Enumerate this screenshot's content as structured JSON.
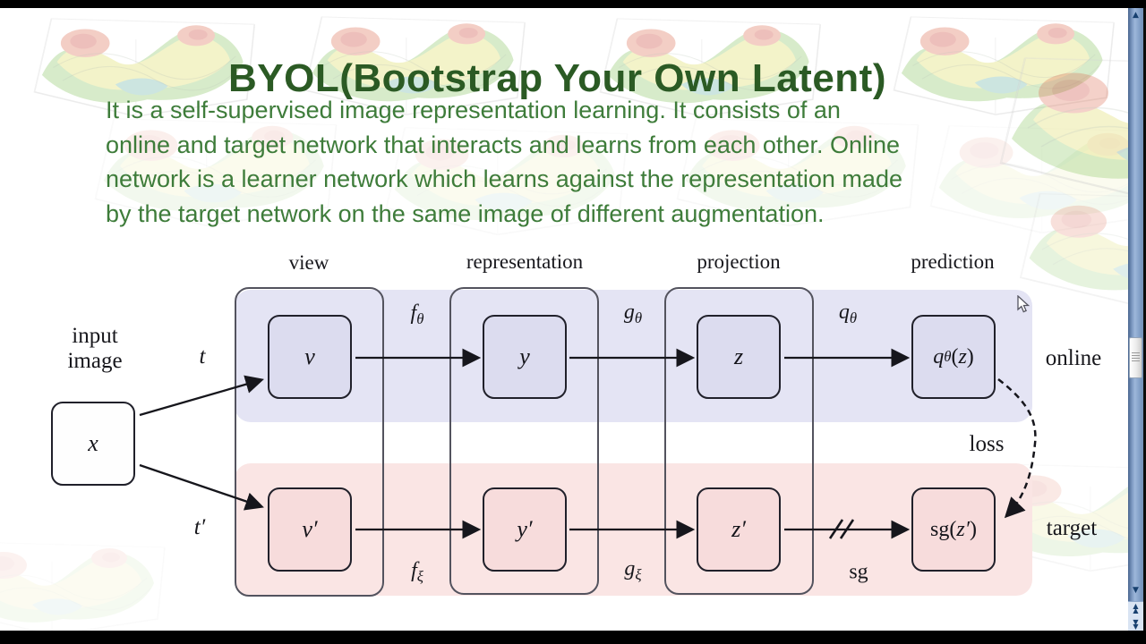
{
  "slide": {
    "title": "BYOL(Bootstrap Your Own Latent)",
    "body_lines": [
      "It is a self-supervised image representation learning. It consists of an",
      "online and target network that interacts and learns from each other. Online",
      "network is a learner network which learns against the representation made",
      "by the target network on the same image of different augmentation."
    ]
  },
  "diagram": {
    "headers": [
      "view",
      "representation",
      "projection",
      "prediction"
    ],
    "input_label": [
      "input",
      "image"
    ],
    "nodes": {
      "x": "x",
      "v": "v",
      "y": "y",
      "z": "z",
      "v_prime": "v′",
      "y_prime": "y′",
      "z_prime": "z′",
      "q_pred": {
        "base": "q",
        "sub": "θ",
        "open": "(",
        "arg": "z",
        "close": ")"
      },
      "sg_target": {
        "fn": "sg(",
        "arg": "z′",
        "close": ")"
      }
    },
    "edge_labels": {
      "t": "t",
      "t_prime": "t′",
      "f_theta": {
        "base": "f",
        "sub": "θ"
      },
      "g_theta": {
        "base": "g",
        "sub": "θ"
      },
      "q_theta": {
        "base": "q",
        "sub": "θ"
      },
      "f_xi": {
        "base": "f",
        "sub": "ξ"
      },
      "g_xi": {
        "base": "g",
        "sub": "ξ"
      },
      "sg": "sg"
    },
    "row_labels": {
      "online": "online",
      "target": "target"
    },
    "loss": "loss",
    "colors": {
      "online_band": "#e4e4f4",
      "target_band": "#fae5e4",
      "online_box": "#dcdcef",
      "target_box": "#f7dcdc",
      "title_green": "#2b5a24",
      "body_green": "#3e7c3a"
    }
  },
  "scrollbar": {
    "up_glyph": "▲",
    "down_glyph": "▼"
  }
}
